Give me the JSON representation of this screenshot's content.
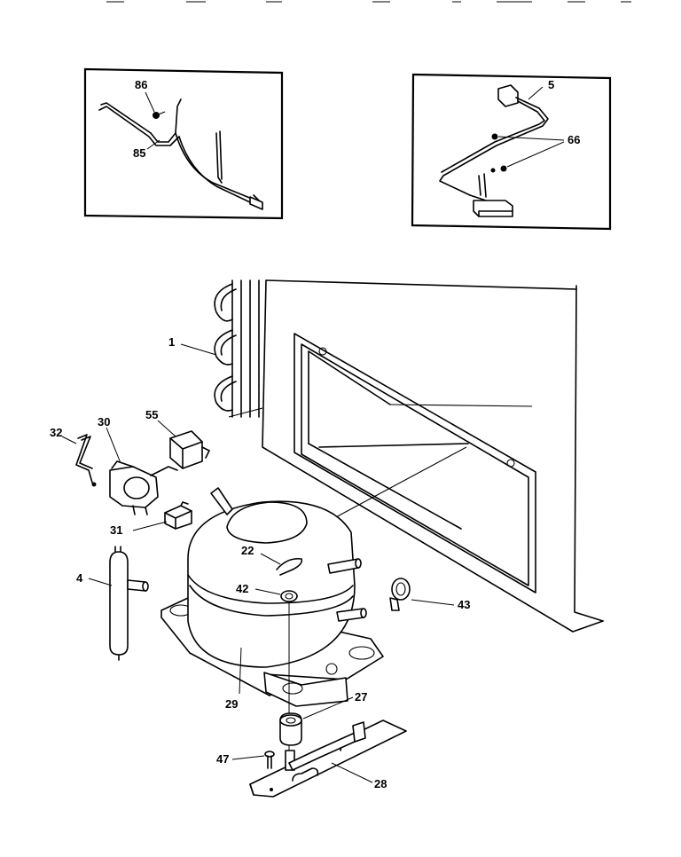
{
  "callouts": {
    "c86": "86",
    "c85": "85",
    "c5": "5",
    "c66": "66",
    "c1": "1",
    "c30": "30",
    "c55": "55",
    "c32": "32",
    "c31": "31",
    "c4": "4",
    "c22": "22",
    "c42": "42",
    "c43": "43",
    "c29": "29",
    "c27": "27",
    "c47": "47",
    "c28": "28"
  }
}
